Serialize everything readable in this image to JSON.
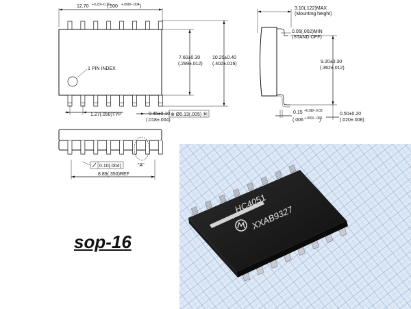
{
  "top_view": {
    "width_label": "12.70",
    "width_tol": "+0.20/−0.10",
    "width_inch": "(.500",
    "width_inch_tol": "+.008/−.004",
    "width_inch_close": ")",
    "pin_index_label": "1 PIN INDEX",
    "inner_height": "7.60±0.30",
    "inner_height_inch": "(.299±.012)",
    "outer_height": "10.20±0.40",
    "outer_height_inch": "(.402±.016)",
    "pitch": "1.27(.050)TYP",
    "lead_width": "0.45±0.10",
    "lead_width_inch": "(.018±.004)",
    "position_tol": "⊕ Ø0.13(.005) Ⓜ"
  },
  "side_view": {
    "max_height": "3.10(.122)MAX",
    "max_height_note": "(Mounting height)",
    "standoff": "0.05(.002)MIN",
    "standoff_note": "(STAND OFF)",
    "lead_span": "9.20±0.30",
    "lead_span_inch": "(.362±.012)",
    "lead_thk": "0.15",
    "lead_thk_tol": "+0.08/−0.03",
    "lead_thk_inch": "(.006",
    "lead_thk_inch_tol": "+.003/−.001",
    "lead_thk_inch_close": ")",
    "foot_len": "0.50±0.20",
    "foot_len_inch": "(.020±.008)"
  },
  "front_view": {
    "coplanarity": "0.10(.004)",
    "detail_label": "\"A\"",
    "ref_span": "8.89(.350)REF"
  },
  "chip": {
    "marking_line1": "HC4051",
    "marking_line2": "XXAB9327",
    "lead_count_per_side": 8
  },
  "caption": "sop-16",
  "colors": {
    "chip_body": "#1a1a1a",
    "grid_background": "#dfe9f6",
    "grid_line": "#8fb0d8",
    "lead": "#c8ccd2"
  }
}
